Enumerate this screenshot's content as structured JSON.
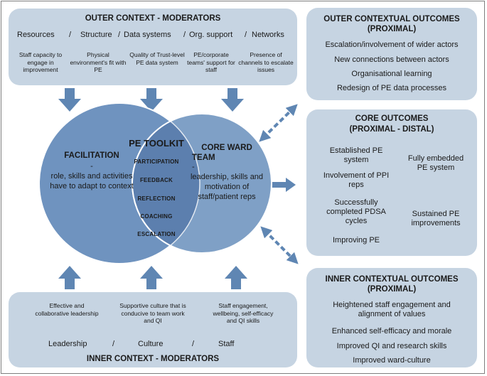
{
  "outer_context": {
    "title": "OUTER CONTEXT - MODERATORS",
    "categories": [
      "Resources",
      "Structure",
      "Data systems",
      "Org. support",
      "Networks"
    ],
    "separator": "/",
    "items": [
      "Staff capacity to engage in improvement",
      "Physical environment's fit with PE",
      "Quality of Trust-level PE data system",
      "PE/corporate teams' support for staff",
      "Presence of channels to escalate issues"
    ]
  },
  "inner_context": {
    "title": "INNER CONTEXT - MODERATORS",
    "categories": [
      "Leadership",
      "Culture",
      "Staff"
    ],
    "separator": "/",
    "items": [
      "Effective and collaborative leadership",
      "Supportive culture that is conducive to team work and QI",
      "Staff engagement, wellbeing, self-efficacy and QI skills"
    ]
  },
  "facilitation": {
    "title": "FACILITATION",
    "dash": "-",
    "text": "role, skills and activities have to adapt to context"
  },
  "core_team": {
    "title_line1": "CORE WARD",
    "title_line2": "TEAM",
    "dash": "-",
    "text": "leadership, skills and motivation of staff/patient reps"
  },
  "toolkit": {
    "title": "PE TOOLKIT",
    "items": [
      "PARTICIPATION",
      "FEEDBACK",
      "REFLECTION",
      "COACHING",
      "ESCALATION"
    ]
  },
  "outer_outcomes": {
    "title_line1": "OUTER CONTEXTUAL OUTCOMES",
    "title_line2": "(PROXIMAL)",
    "items": [
      "Escalation/involvement of wider actors",
      "New connections between actors",
      "Organisational learning",
      "Redesign of PE data processes"
    ]
  },
  "core_outcomes": {
    "title_line1": "CORE OUTCOMES",
    "title_line2": "(PROXIMAL - DISTAL)",
    "left_items": [
      "Established PE system",
      "Involvement of PPI reps",
      "Successfully completed PDSA cycles",
      "Improving PE"
    ],
    "right_items": [
      "Fully embedded PE system",
      "Sustained PE improvements"
    ]
  },
  "inner_outcomes": {
    "title_line1": "INNER CONTEXTUAL OUTCOMES",
    "title_line2": "(PROXIMAL)",
    "items": [
      "Heightened staff engagement and alignment of values",
      "Enhanced self-efficacy and morale",
      "Improved QI and research skills",
      "Improved ward-culture"
    ]
  },
  "colors": {
    "panel_fill": "#c6d4e2",
    "circle_left": "#6f93bf",
    "circle_right": "#7fa0c6",
    "overlap": "#5c7fae",
    "arrow": "#5f86b3"
  }
}
